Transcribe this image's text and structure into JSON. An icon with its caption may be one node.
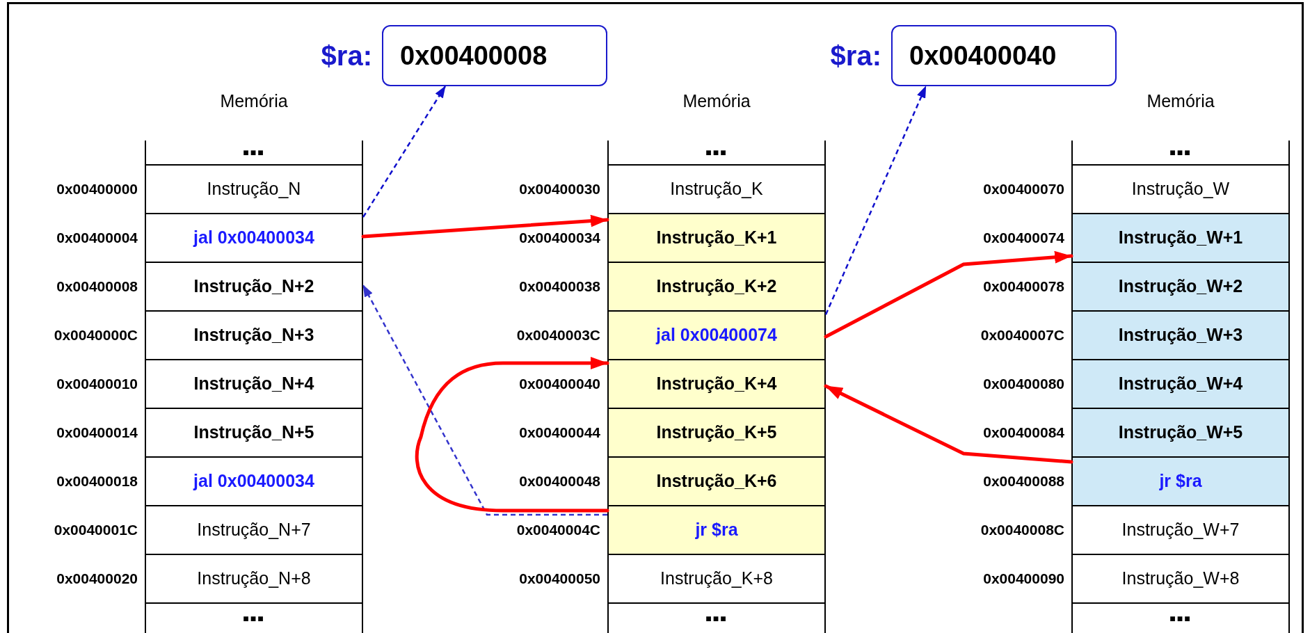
{
  "diagram": {
    "nodes": [
      {
        "text": [
          "$ra:",
          "0x00400008"
        ]
      },
      {
        "text": [
          "$ra:",
          "0x00400040"
        ]
      },
      {
        "text": [
          "Memória"
        ]
      },
      {
        "text": [
          "■■■"
        ],
        "in": 2
      },
      {
        "text": [
          "Instrução_N"
        ],
        "in": 2,
        "beside": [
          "0x00400000"
        ]
      },
      {
        "text": [
          "jal 0x00400034"
        ],
        "in": 2,
        "beside": [
          "0x00400004"
        ]
      },
      {
        "text": [
          "Instrução_N+2"
        ],
        "in": 2,
        "beside": [
          "0x00400008"
        ]
      },
      {
        "text": [
          "Instrução_N+3"
        ],
        "in": 2,
        "beside": [
          "0x0040000C"
        ]
      },
      {
        "text": [
          "Instrução_N+4"
        ],
        "in": 2,
        "beside": [
          "0x00400010"
        ]
      },
      {
        "text": [
          "Instrução_N+5"
        ],
        "in": 2,
        "beside": [
          "0x00400014"
        ]
      },
      {
        "text": [
          "jal 0x00400034"
        ],
        "in": 2,
        "beside": [
          "0x00400018"
        ]
      },
      {
        "text": [
          "Instrução_N+7"
        ],
        "in": 2,
        "beside": [
          "0x0040001C"
        ]
      },
      {
        "text": [
          "Instrução_N+8"
        ],
        "in": 2,
        "beside": [
          "0x00400020"
        ]
      },
      {
        "text": [
          "■■■"
        ],
        "in": 2
      },
      {
        "text": [
          "Memória"
        ]
      },
      {
        "text": [
          "■■■"
        ],
        "in": 14
      },
      {
        "text": [
          "Instrução_K"
        ],
        "in": 14,
        "beside": [
          "0x00400030"
        ]
      },
      {
        "text": [
          "Instrução_K+1"
        ],
        "in": 14,
        "beside": [
          "0x00400034"
        ]
      },
      {
        "text": [
          "Instrução_K+2"
        ],
        "in": 14,
        "beside": [
          "0x00400038"
        ]
      },
      {
        "text": [
          "jal 0x00400074"
        ],
        "in": 14,
        "beside": [
          "0x0040003C"
        ]
      },
      {
        "text": [
          "Instrução_K+4"
        ],
        "in": 14,
        "beside": [
          "0x00400040"
        ]
      },
      {
        "text": [
          "Instrução_K+5"
        ],
        "in": 14,
        "beside": [
          "0x00400044"
        ]
      },
      {
        "text": [
          "Instrução_K+6"
        ],
        "in": 14,
        "beside": [
          "0x00400048"
        ]
      },
      {
        "text": [
          "jr $ra"
        ],
        "in": 14,
        "beside": [
          "0x0040004C"
        ]
      },
      {
        "text": [
          "Instrução_K+8"
        ],
        "in": 14,
        "beside": [
          "0x00400050"
        ]
      },
      {
        "text": [
          "■■■"
        ],
        "in": 14
      },
      {
        "text": [
          "Memória"
        ]
      },
      {
        "text": [
          "■■■"
        ],
        "in": 26
      },
      {
        "text": [
          "Instrução_W"
        ],
        "in": 26,
        "beside": [
          "0x00400070"
        ]
      },
      {
        "text": [
          "Instrução_W+1"
        ],
        "in": 26,
        "beside": [
          "0x00400074"
        ]
      },
      {
        "text": [
          "Instrução_W+2"
        ],
        "in": 26,
        "beside": [
          "0x00400078"
        ]
      },
      {
        "text": [
          "Instrução_W+3"
        ],
        "in": 26,
        "beside": [
          "0x0040007C"
        ]
      },
      {
        "text": [
          "Instrução_W+4"
        ],
        "in": 26,
        "beside": [
          "0x00400080"
        ]
      },
      {
        "text": [
          "Instrução_W+5"
        ],
        "in": 26,
        "beside": [
          "0x00400084"
        ]
      },
      {
        "text": [
          "jr $ra"
        ],
        "in": 26,
        "beside": [
          "0x00400088"
        ]
      },
      {
        "text": [
          "Instrução_W+7"
        ],
        "in": 26,
        "beside": [
          "0x0040008C"
        ]
      },
      {
        "text": [
          "Instrução_W+8"
        ],
        "in": 26,
        "beside": [
          "0x00400090"
        ]
      },
      {
        "text": [
          "■■■"
        ],
        "in": 26
      }
    ],
    "edges": [
      {
        "from": 5,
        "to": 17,
        "arrow": "to"
      },
      {
        "from": 5,
        "to": 0,
        "arrow": "to",
        "style": "dashed",
        "color": "#1010cc"
      },
      {
        "from": 23,
        "to": 6,
        "arrow": "to",
        "style": "dashed",
        "color": "#3333cc"
      },
      {
        "from": 23,
        "to": 20,
        "arrow": "to"
      },
      {
        "from": 19,
        "to": 1,
        "arrow": "to",
        "style": "dashed",
        "color": "#1010cc"
      },
      {
        "from": 19,
        "to": 29,
        "arrow": "to"
      },
      {
        "from": 34,
        "to": 20,
        "arrow": "to"
      }
    ]
  }
}
